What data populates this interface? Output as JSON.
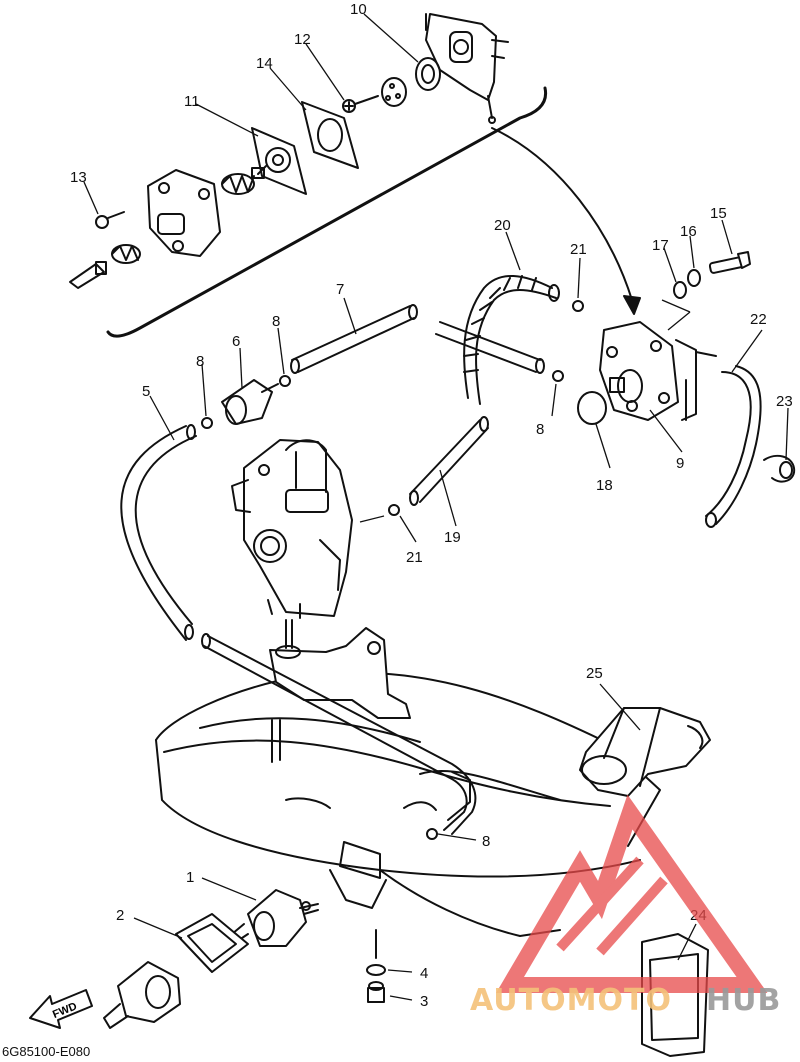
{
  "diagram": {
    "callouts": [
      "1",
      "2",
      "3",
      "4",
      "5",
      "6",
      "7",
      "8",
      "9",
      "10",
      "11",
      "12",
      "13",
      "14",
      "15",
      "16",
      "17",
      "18",
      "19",
      "20",
      "21",
      "22",
      "23",
      "24",
      "25"
    ],
    "drawing_code": "6G85100-E080",
    "direction_mark": "FWD"
  },
  "watermark": {
    "text_main": "AUTOMOTO",
    "text_end": "HUB",
    "colors": {
      "logo": "#e84a4a",
      "main": "#f4c27a",
      "end": "#9a9a9a"
    }
  },
  "colors": {
    "line": "#111111",
    "leader": "#111111"
  }
}
